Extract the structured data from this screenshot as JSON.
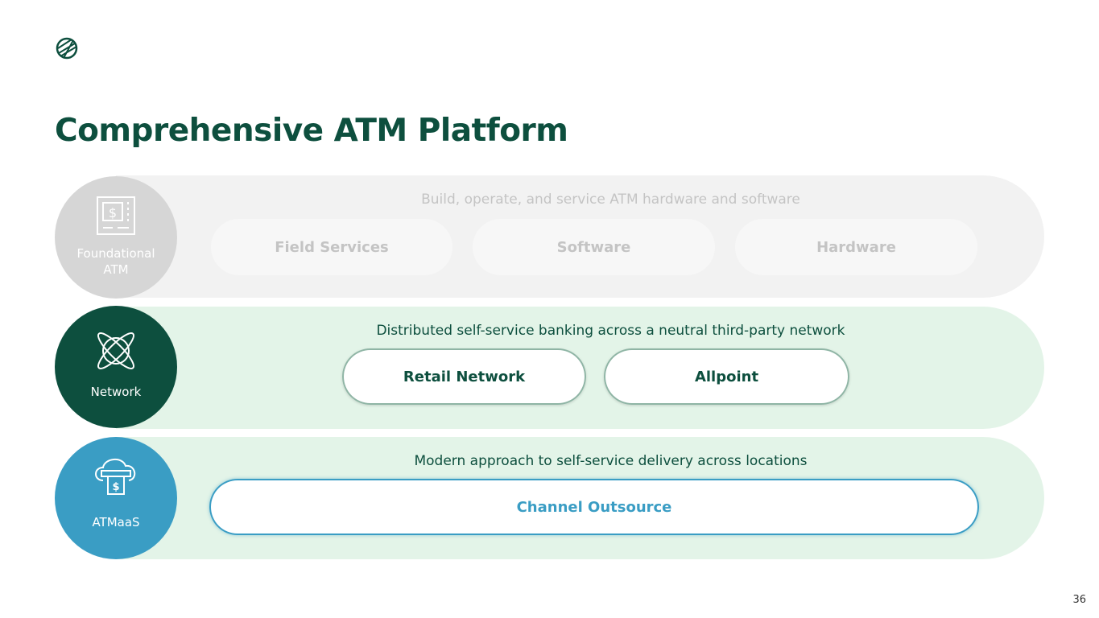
{
  "title": "Comprehensive ATM Platform",
  "page_number": "36",
  "rows": [
    {
      "label": "Foundational ATM",
      "icon": "atm-safe-icon",
      "subtitle": "Build, operate, and service ATM hardware and software",
      "items": [
        "Field Services",
        "Software",
        "Hardware"
      ],
      "color": "#d6d6d6",
      "band": "#f2f2f2"
    },
    {
      "label": "Network",
      "icon": "globe-orbit-icon",
      "subtitle": "Distributed self-service banking across a neutral third-party network",
      "items": [
        "Retail Network",
        "Allpoint"
      ],
      "color": "#0d4f3e",
      "band": "#e3f4e8"
    },
    {
      "label": "ATMaaS",
      "icon": "cloud-atm-icon",
      "subtitle": "Modern approach to self-service delivery across locations",
      "items": [
        "Channel Outsource"
      ],
      "color": "#3a9dc4",
      "band": "#e3f4e8"
    }
  ]
}
